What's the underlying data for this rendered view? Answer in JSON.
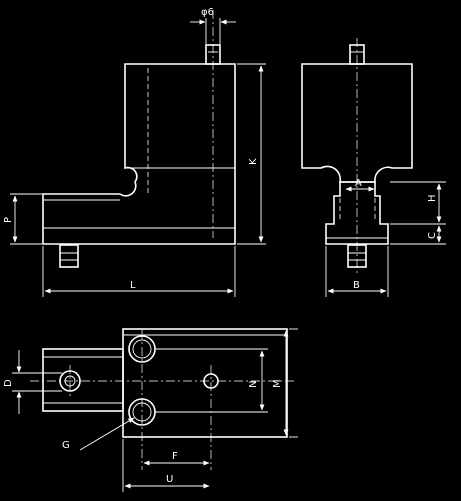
{
  "labels": {
    "phi6": "φ6",
    "K": "K",
    "P": "P",
    "L": "L",
    "A": "A",
    "H": "H",
    "C": "C",
    "B": "B",
    "D": "D",
    "N": "N",
    "M": "M",
    "G": "G",
    "F": "F",
    "U": "U"
  },
  "colors": {
    "background": "#000000",
    "line": "#ffffff"
  }
}
